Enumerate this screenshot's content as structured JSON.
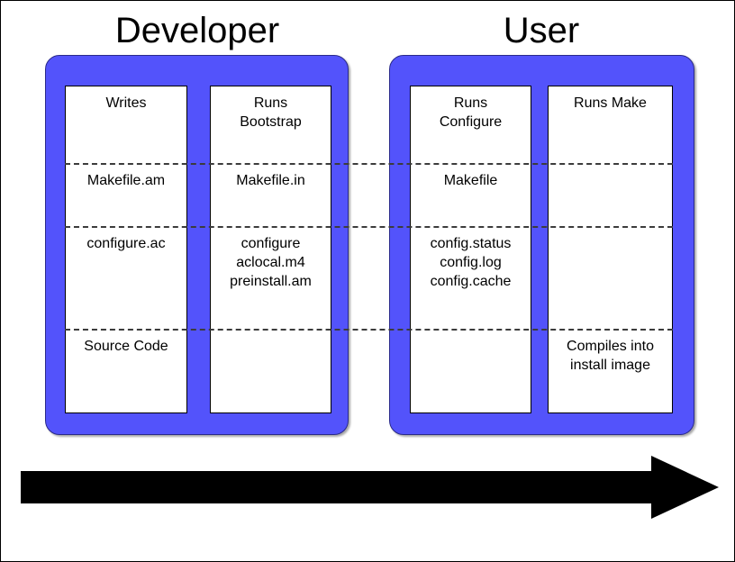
{
  "diagram": {
    "title": "Autotools build workflow: Developer and User stages",
    "background_color": "#ffffff",
    "panel_color": "#5353fb",
    "card_color": "#ffffff",
    "divider_color": "#3c3c3c",
    "arrow_color": "#000000"
  },
  "groups": [
    {
      "id": "developer",
      "title": "Developer",
      "columns": [
        {
          "id": "writes",
          "cells": [
            {
              "lines": [
                "Writes"
              ]
            },
            {
              "lines": [
                "Makefile.am"
              ]
            },
            {
              "lines": [
                "configure.ac"
              ]
            },
            {
              "lines": [
                "Source Code"
              ]
            }
          ]
        },
        {
          "id": "bootstrap",
          "cells": [
            {
              "lines": [
                "Runs",
                "Bootstrap"
              ]
            },
            {
              "lines": [
                "Makefile.in"
              ]
            },
            {
              "lines": [
                "configure",
                "aclocal.m4",
                "preinstall.am"
              ]
            },
            {
              "lines": []
            }
          ]
        }
      ]
    },
    {
      "id": "user",
      "title": "User",
      "columns": [
        {
          "id": "configure",
          "cells": [
            {
              "lines": [
                "Runs",
                "Configure"
              ]
            },
            {
              "lines": [
                "Makefile"
              ]
            },
            {
              "lines": [
                "config.status",
                "config.log",
                "config.cache"
              ]
            },
            {
              "lines": []
            }
          ]
        },
        {
          "id": "make",
          "cells": [
            {
              "lines": [
                "Runs Make"
              ]
            },
            {
              "lines": []
            },
            {
              "lines": []
            },
            {
              "lines": [
                "Compiles into",
                "install image"
              ]
            }
          ]
        }
      ]
    }
  ],
  "arrow": {
    "name": "time-flow-arrow",
    "direction": "right",
    "label": ""
  }
}
